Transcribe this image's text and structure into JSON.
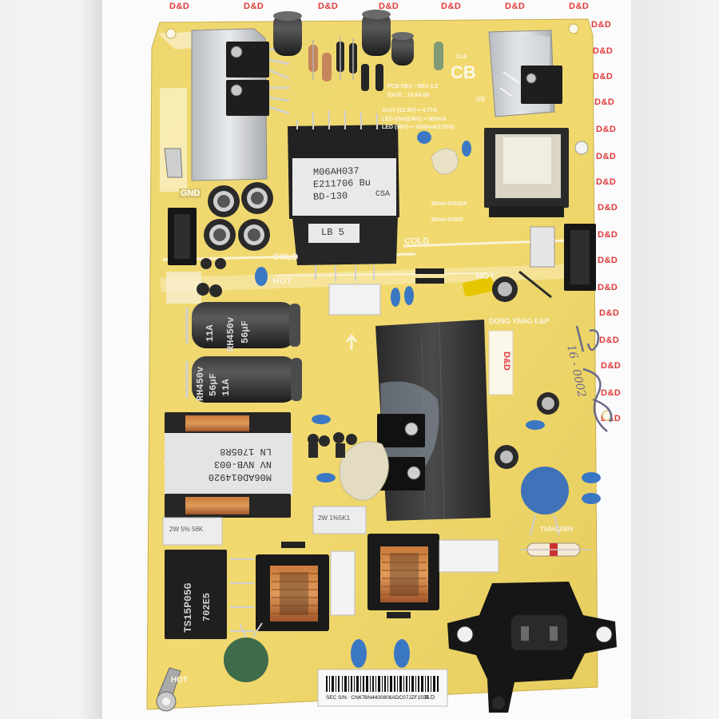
{
  "watermark": {
    "text": "D&D"
  },
  "silkscreen": {
    "cb_mark": "CB",
    "csa_mark": "CSA",
    "us_mark": "US",
    "pcb_rev": "PCB REV : REV 1.2",
    "date": "DATE : 15.04.08",
    "a13v": "A13V (12.8V) ━ 4.77A",
    "led": "LED (Out)(36V) ━ 500mA",
    "led_max": "LED (96V) ━ 1000mA(120%)",
    "gnd": "GND",
    "cold_left": "COLD",
    "cold_right": "COLD",
    "hot_left": "HOT",
    "hot_right": "HOT",
    "hot_bottom": "HOT",
    "transformer_main": "M06AH037",
    "transformer_code": "E211706 Bu",
    "transformer_model": "BD-130",
    "transformer_csa": "CSA",
    "transformer_bottom_label": "LB 5",
    "dong_yang": "DONG YANG E&P",
    "rating": "T5AH,250V",
    "bn44_1": "BN44-00806A",
    "bn44_2": "BN44-00805",
    "vendor_label": "D&D",
    "handwriting": "16 - 0002"
  },
  "capacitors": {
    "cap1": {
      "line1": "RH450v",
      "line2": "56µF",
      "line3": "11A"
    },
    "cap2": {
      "line1": "RH450v",
      "line2": "56µF",
      "line3": "11A"
    }
  },
  "inductor": {
    "line1": "M06AD014920",
    "line2": "NV NVB-003",
    "line3": "LN 1705R8"
  },
  "bridge": {
    "text": "TS15P05G",
    "sub": "702E5"
  },
  "resistors": {
    "r1": "2W 5% 56K",
    "r2": "2W 1%5K1"
  },
  "label": {
    "serial": "SEC S/N : CN67BN4400806ADC07JZF1558",
    "rev": "R.D"
  }
}
